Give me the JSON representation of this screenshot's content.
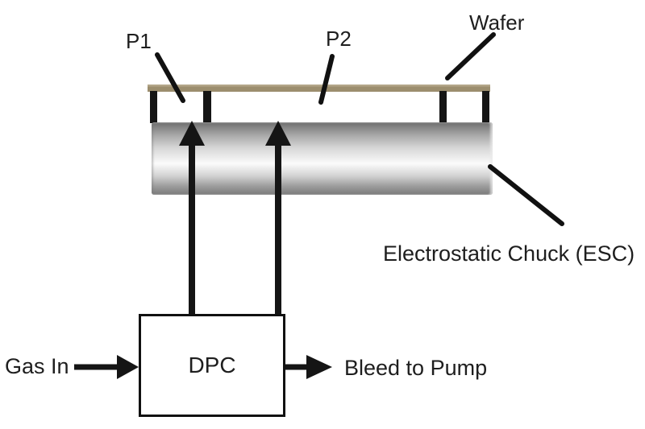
{
  "diagram": {
    "title_implicit": "Wafer backside gas pressure control diagram",
    "labels": {
      "p1": "P1",
      "p2": "P2",
      "wafer": "Wafer",
      "esc": "Electrostatic Chuck (ESC)",
      "dpc": "DPC",
      "gas_in": "Gas In",
      "bleed_to_pump": "Bleed to Pump"
    },
    "colors": {
      "background": "#ffffff",
      "line_black": "#111111",
      "text": "#1e1e1e",
      "wafer_tan": "#9c8e6e",
      "wafer_tan_highlight": "#b3a689",
      "chuck_gray_dark": "#6e6e6e",
      "chuck_gray_light": "#fbfbfb",
      "chuck_gray_bottom": "#787878"
    }
  }
}
